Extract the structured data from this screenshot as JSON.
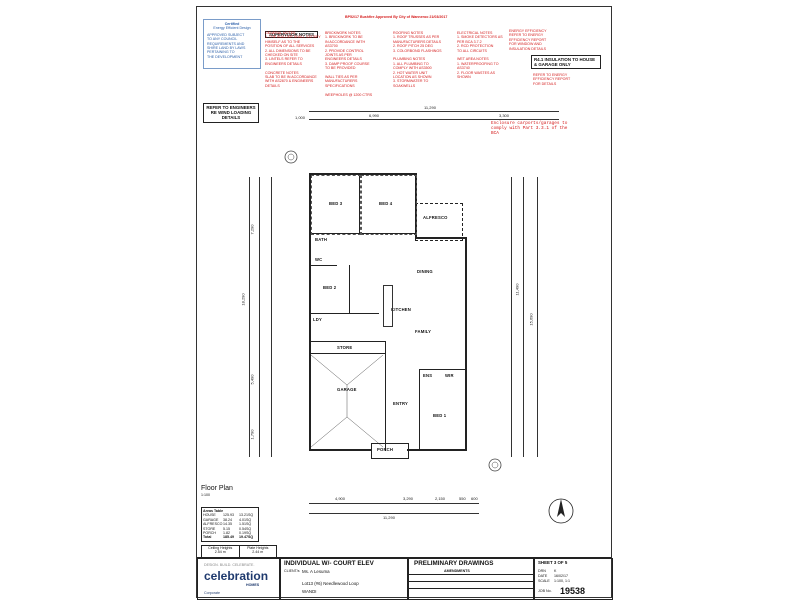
{
  "header": {
    "red_title": "BP52/17 Bushfire Approved By City of Wanneroo 21/03/2017"
  },
  "logo_box": {
    "title": "Certified",
    "subtitle": "Energy Efficient Design",
    "lines": [
      "APPROVED SUBJECT",
      "TO ANY COUNCIL",
      "REQUIREMENTS AND",
      "SHIRE LAND BY LAWS",
      "PERTAINING TO",
      "THE DEVELOPMENT"
    ]
  },
  "supervisor_notes": {
    "heading": "SUPERVISOR NOTES",
    "col1": "GENERAL NOTES\n1. THE BUILDER SHALL SATISFY\nHIMSELF AS TO THE\nPOSITION OF ALL SERVICES\n2. ALL DIMENSIONS TO BE\nCHECKED ON SITE\n3. LINTELS REFER TO\nENGINEERS DETAILS\n\nCONCRETE NOTES\nSLAB TO BE IN ACCORDANCE\nWITH AS2870 & ENGINEERS\nDETAILS",
    "col2": "BRICKWORK NOTES\n1. BRICKWORK TO BE\nIN ACCORDANCE WITH\nAS3700\n2. PROVIDE CONTROL\nJOINTS AS PER\nENGINEERS DETAILS\n3. DAMP PROOF COURSE\nTO BE PROVIDED\n\nWALL TIES AS PER\nMANUFACTURERS\nSPECIFICATIONS\n\nWEEPHOLES @ 1200 CTRS",
    "col3": "ROOFING NOTES\n1. ROOF TRUSSES AS PER\nMANUFACTURERS DETAILS\n2. ROOF PITCH 25 DEG\n3. COLORBOND FLASHINGS\n\nPLUMBING NOTES\n1. ALL PLUMBING TO\nCOMPLY WITH AS3500\n2. HOT WATER UNIT\nLOCATION AS SHOWN\n3. STORMWATER TO\nSOAKWELLS",
    "col4": "ELECTRICAL NOTES\n1. SMOKE DETECTORS AS\nPER BCA 3.7.2\n2. RCD PROTECTION\nTO ALL CIRCUITS\n\nWET AREA NOTES\n1. WATERPROOFING TO\nAS3740\n2. FLOOR WASTES AS\nSHOWN",
    "col5": "ENERGY EFFICIENCY\nREFER TO ENERGY\nEFFICIENCY REPORT\nFOR WINDOW AND\nINSULATION DETAILS"
  },
  "insulation": {
    "label": "R4.1 INSULATION TO HOUSE & GARAGE ONLY",
    "note": "REFER TO ENERGY\nEFFICIENCY REPORT\nFOR DETAILS"
  },
  "engineers_box": "REFER TO ENGINEERS RE WIND LOADING DETAILS",
  "red_note": "Enclosure carports/garages to comply with Part 3.3.1 of the BCA",
  "dims": {
    "top_overall": "11,290",
    "top_left": "6,990",
    "top_right": "3,300",
    "top_offset": "1,000",
    "left_overall": "18,290",
    "left_a": "7,290",
    "left_b": "5,490",
    "left_c": "1,790",
    "right_overall": "15,690",
    "right_a": "11,490",
    "bottom_overall": "11,290",
    "bottom_a": "4,900",
    "bottom_b": "3,290",
    "bottom_c": "2,150",
    "bottom_d": "550",
    "bottom_e": "600"
  },
  "rooms": {
    "bed3": "BED 3",
    "bed4": "BED 4",
    "alfresco": "ALFRESCO",
    "dining": "DINING",
    "bed2": "BED 2",
    "kitchen": "KITCHEN",
    "family": "FAMILY",
    "store": "STORE",
    "garage": "GARAGE",
    "entry": "ENTRY",
    "bed1": "BED 1",
    "porch": "PORCH",
    "wc": "WC",
    "ldy": "LDY",
    "ens": "ENS",
    "bath": "BATH",
    "wir": "WIR"
  },
  "plan_title": "Floor Plan",
  "plan_scale": "1:100",
  "area_schedule": {
    "heading": "Areas Table",
    "rows": [
      [
        "HOUSE",
        "125.93",
        "13.21SQ"
      ],
      [
        "GARAGE",
        "38.24",
        "4.01SQ"
      ],
      [
        "ALFRESCO",
        "14.35",
        "1.51SQ"
      ],
      [
        "STORE",
        "5.15",
        "0.54SQ"
      ],
      [
        "PORCH",
        "1.82",
        "0.19SQ"
      ],
      [
        "Total",
        "185.49",
        "19.47SQ"
      ]
    ]
  },
  "ceiling": {
    "col1_head": "Ceiling Heights",
    "col1_val": "2.54 m",
    "col2_head": "Plate Heights",
    "col2_val": "2.44 m"
  },
  "title_block": {
    "logo_word": "celebration",
    "logo_sub": "HOMES",
    "logo_tag": "DESIGN. BUILD. CELEBRATE.",
    "corporate": "Corporate",
    "title": "INDIVIDUAL W/- COURT ELEV",
    "client_label": "CLIENT/s",
    "client": "Ms. A Lesuma",
    "lot": "Lot13 (#6) Needlewood Loop",
    "suburb": "WANDI",
    "prelim": "PRELIMINARY DRAWINGS",
    "amendments": "AMENDMENTS",
    "sheet": "SHEET 3 OF 5",
    "drawn_label": "DRN",
    "drawn": "K",
    "date_label": "DATE",
    "date": "16/02/17",
    "scale_label": "SCALE",
    "scale": "1:100, 1:1",
    "job_label": "JOB No.",
    "job_no": "19538"
  }
}
